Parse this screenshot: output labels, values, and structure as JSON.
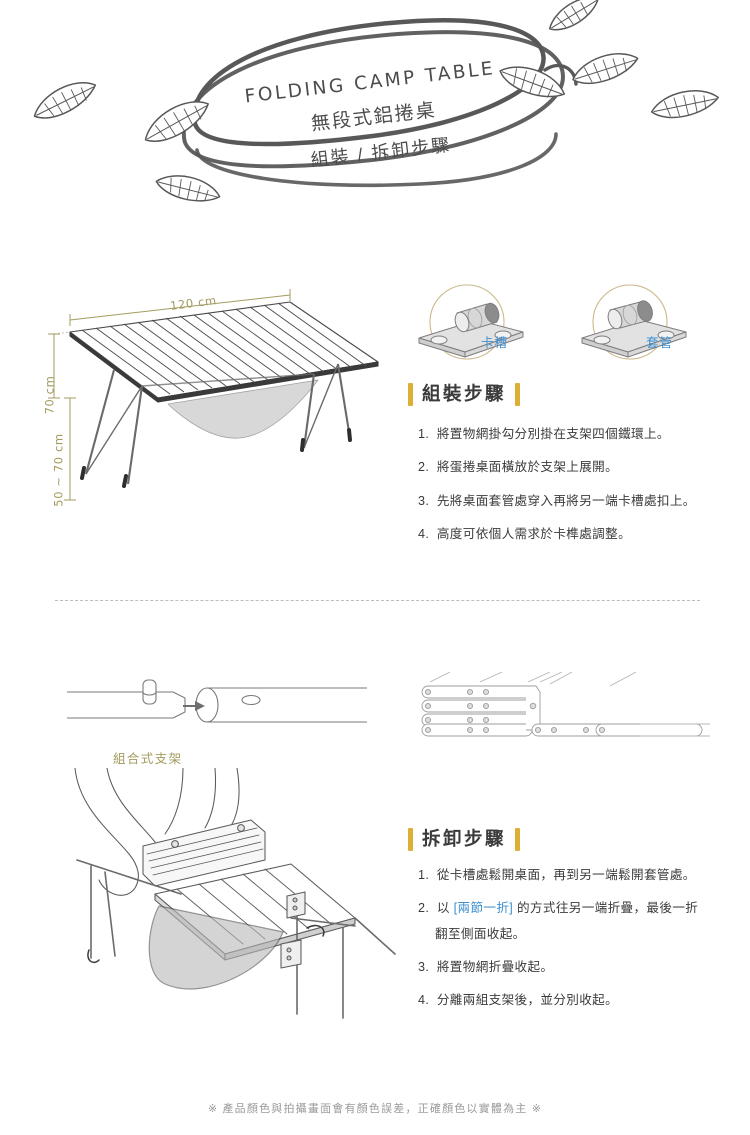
{
  "header": {
    "title_en": "FOLDING CAMP TABLE",
    "title_cn": "無段式鋁捲桌",
    "subtitle_cn": "組裝 / 拆卸步驟"
  },
  "product_figure": {
    "dimension_width": "120 cm",
    "dimension_depth": "70 cm",
    "dimension_height": "50 ~ 70 cm"
  },
  "callouts": [
    {
      "label": "卡槽"
    },
    {
      "label": "套管"
    }
  ],
  "assembly": {
    "heading": "組裝步驟",
    "steps": [
      {
        "num": "1.",
        "text": "將置物網掛勾分別掛在支架四個鐵環上。"
      },
      {
        "num": "2.",
        "text": "將蛋捲桌面橫放於支架上展開。"
      },
      {
        "num": "3.",
        "text": "先將桌面套管處穿入再將另一端卡槽處扣上。"
      },
      {
        "num": "4.",
        "text": "高度可依個人需求於卡榫處調整。"
      }
    ]
  },
  "frame_figure": {
    "label": "組合式支架"
  },
  "disassembly": {
    "heading": "拆卸步驟",
    "steps": [
      {
        "num": "1.",
        "text": "從卡槽處鬆開桌面，再到另一端鬆開套管處。"
      },
      {
        "num": "2.",
        "text_before": "以 ",
        "highlight": "[兩節一折]",
        "text_after": " 的方式往另一端折疊，最後一折",
        "text_cont": "翻至側面收起。"
      },
      {
        "num": "3.",
        "text": "將置物網折疊收起。"
      },
      {
        "num": "4.",
        "text": "分離兩組支架後，並分別收起。"
      }
    ]
  },
  "footer": {
    "disclaimer": "※ 產品顏色與拍攝畫面會有顏色誤差，正確顏色以實體為主 ※"
  },
  "colors": {
    "accent_gold": "#dfae36",
    "label_blue": "#3e8fd0",
    "dimension_olive": "#a39b5e",
    "ink": "#3b3b3b",
    "line": "#6b6b6b"
  }
}
